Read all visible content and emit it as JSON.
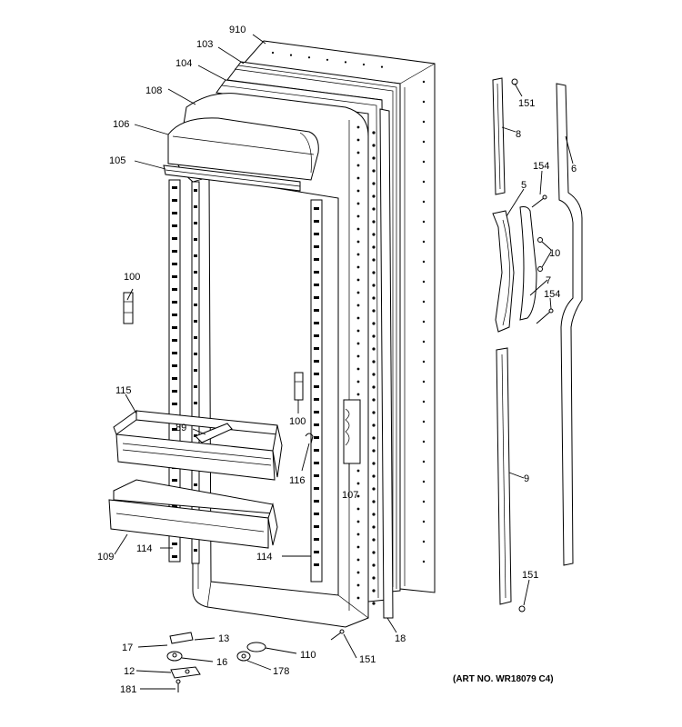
{
  "diagram": {
    "art_number": "(ART NO. WR18079 C4)",
    "callouts": [
      {
        "id": "c910",
        "text": "910"
      },
      {
        "id": "c103",
        "text": "103"
      },
      {
        "id": "c104",
        "text": "104"
      },
      {
        "id": "c108",
        "text": "108"
      },
      {
        "id": "c106",
        "text": "106"
      },
      {
        "id": "c105",
        "text": "105"
      },
      {
        "id": "c100a",
        "text": "100"
      },
      {
        "id": "c115",
        "text": "115"
      },
      {
        "id": "c89",
        "text": "89"
      },
      {
        "id": "c100b",
        "text": "100"
      },
      {
        "id": "c116",
        "text": "116"
      },
      {
        "id": "c107",
        "text": "107"
      },
      {
        "id": "c109",
        "text": "109"
      },
      {
        "id": "c114a",
        "text": "114"
      },
      {
        "id": "c114b",
        "text": "114"
      },
      {
        "id": "c18",
        "text": "18"
      },
      {
        "id": "c151a",
        "text": "151"
      },
      {
        "id": "c8",
        "text": "8"
      },
      {
        "id": "c6",
        "text": "6"
      },
      {
        "id": "c154a",
        "text": "154"
      },
      {
        "id": "c5",
        "text": "5"
      },
      {
        "id": "c10",
        "text": "10"
      },
      {
        "id": "c7",
        "text": "7"
      },
      {
        "id": "c154b",
        "text": "154"
      },
      {
        "id": "c9",
        "text": "9"
      },
      {
        "id": "c151b",
        "text": "151"
      },
      {
        "id": "c151c",
        "text": "151"
      },
      {
        "id": "c13",
        "text": "13"
      },
      {
        "id": "c17",
        "text": "17"
      },
      {
        "id": "c16",
        "text": "16"
      },
      {
        "id": "c12",
        "text": "12"
      },
      {
        "id": "c181",
        "text": "181"
      },
      {
        "id": "c110",
        "text": "110"
      },
      {
        "id": "c178",
        "text": "178"
      }
    ]
  }
}
